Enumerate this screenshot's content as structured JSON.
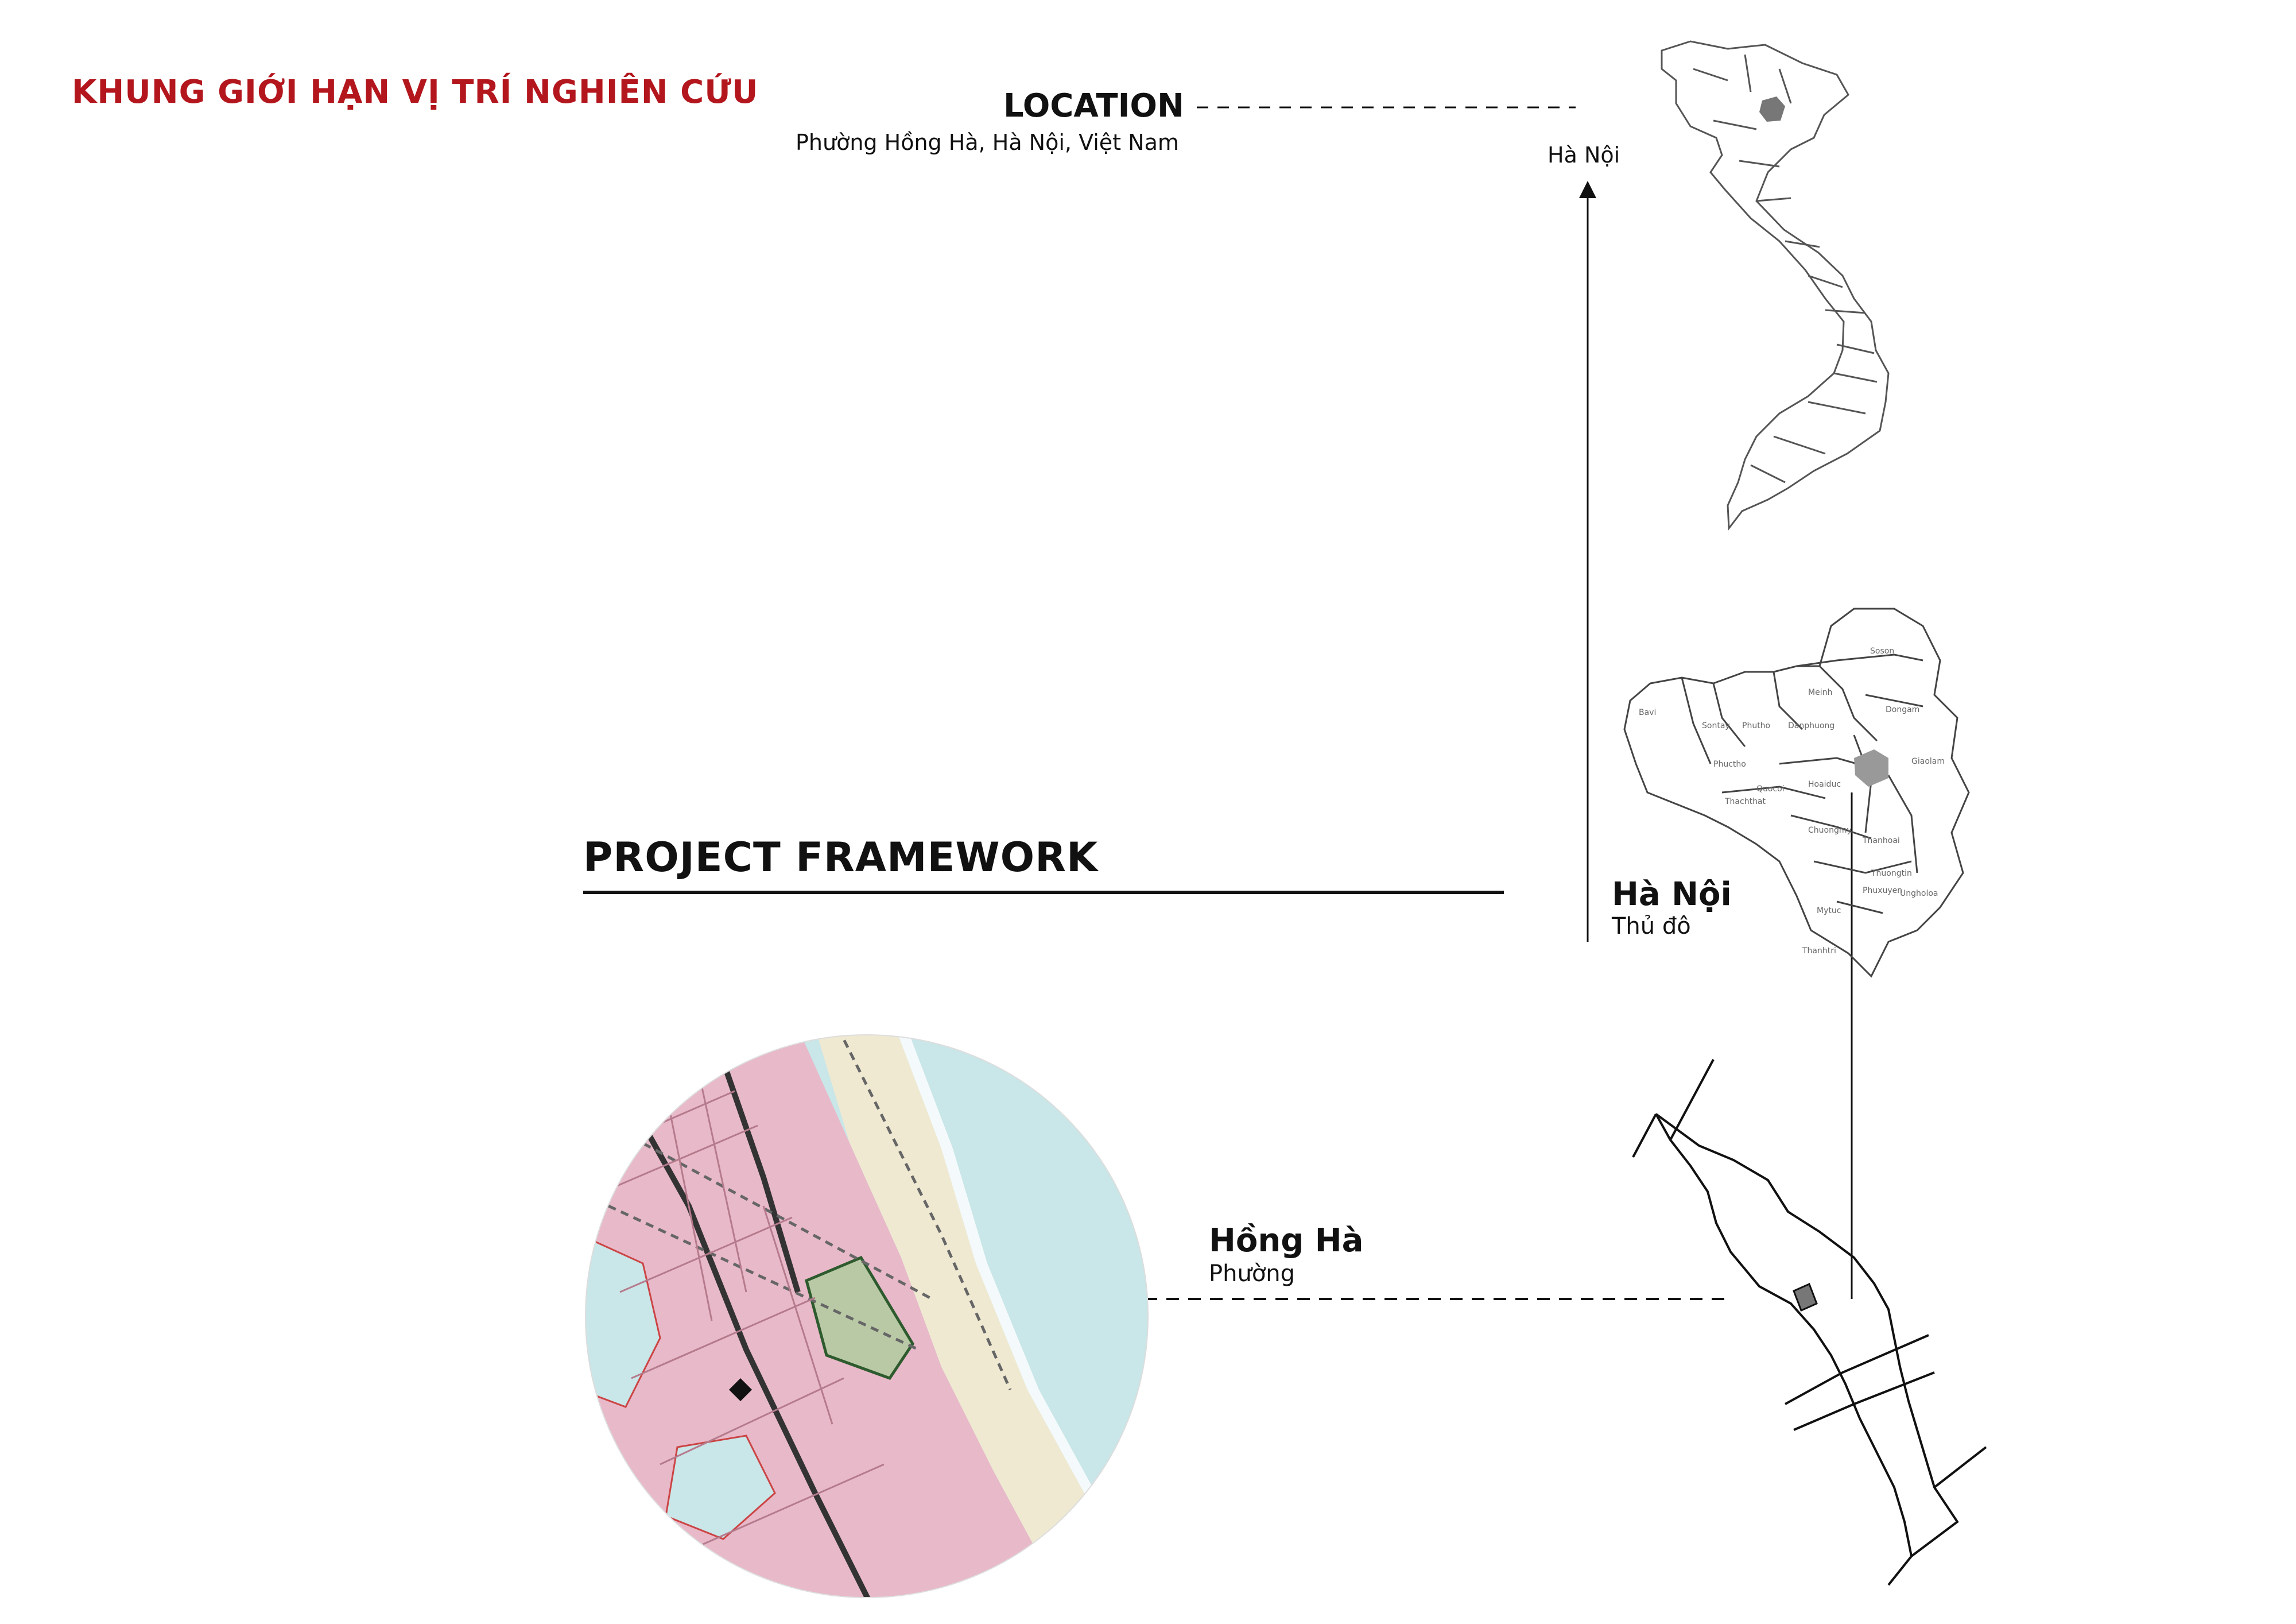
{
  "header": {
    "title": "KHUNG GIỚI HẠN VỊ TRÍ NGHIÊN CỨU"
  },
  "location": {
    "title": "LOCATION",
    "address": "Phường Hồng Hà, Hà Nội, Việt Nam"
  },
  "section": {
    "title": "PROJECT FRAMEWORK"
  },
  "levels": {
    "country_map_label": "Hà Nội",
    "city": {
      "name": "Hà Nội",
      "type": "Thủ đô"
    },
    "ward": {
      "name": "Hồng Hà",
      "type": "Phường"
    }
  },
  "hanoi_districts": [
    "Soson",
    "Meinh",
    "Dongam",
    "Bavi",
    "Sontay",
    "Phutho",
    "Danphuong",
    "Phuctho",
    "Quocoi",
    "Thachthat",
    "Hoaiduc",
    "Giaolam",
    "Chuongmy",
    "Thanhoai",
    "Thuongtin",
    "Phuxuyen",
    "Ungholoa",
    "Mytuc",
    "Thanhtri"
  ],
  "colors": {
    "accent_red": "#b3161d",
    "highlight_gray": "#777777",
    "map_water": "#c9e6e8",
    "map_urban": "#e8b9c9",
    "map_sand": "#efe9d2"
  }
}
